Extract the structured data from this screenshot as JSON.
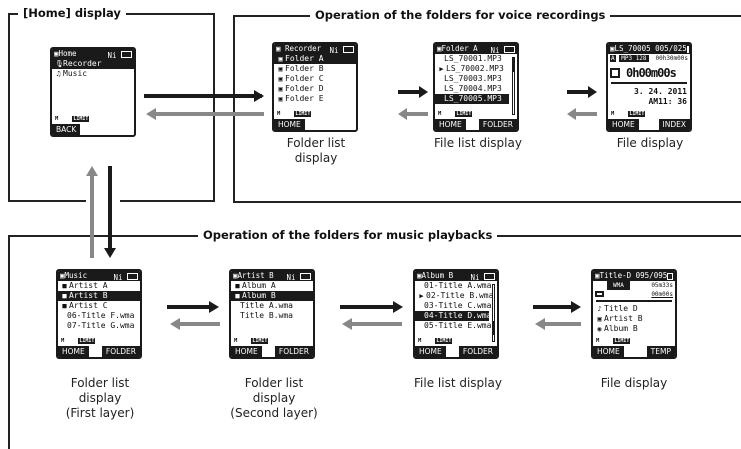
{
  "sections": {
    "home": "[Home] display",
    "voice": "Operation of the folders for voice recordings",
    "music": "Operation of the folders for music playbacks"
  },
  "captions": {
    "folder_list": [
      "Folder list",
      "display"
    ],
    "file_list": "File list display",
    "file_display": "File display",
    "folder_first": [
      "Folder list",
      "display",
      "(First layer)"
    ],
    "folder_second": [
      "Folder list",
      "display",
      "(Second layer)"
    ]
  },
  "screens": {
    "home": {
      "title": "Home",
      "items": [
        "Recorder",
        "Music"
      ],
      "selected": 0,
      "left": "BACK",
      "right": ""
    },
    "recorder": {
      "title": "Recorder",
      "items": [
        "Folder A",
        "Folder B",
        "Folder C",
        "Folder D",
        "Folder E"
      ],
      "selected": 0,
      "left": "HOME",
      "right": ""
    },
    "folder_a": {
      "title": "Folder A",
      "items": [
        "LS_70001.MP3",
        "LS_70002.MP3",
        "LS_70003.MP3",
        "LS_70004.MP3",
        "LS_70005.MP3"
      ],
      "selected": 4,
      "left": "HOME",
      "right": "FOLDER"
    },
    "rec_file": {
      "title": "LS_70005",
      "count": "005/025",
      "badge": "MP3 128",
      "length": "00h30m00s",
      "time_big": "0h00m00s",
      "date": "3. 24. 2011",
      "clock": "AM11: 36",
      "left": "HOME",
      "right": "INDEX"
    },
    "music": {
      "title": "Music",
      "items": [
        "Artist A",
        "Artist B",
        "Artist C",
        "06-Title F.wma",
        "07-Title G.wma"
      ],
      "selected": 1,
      "left": "HOME",
      "right": "FOLDER"
    },
    "artist_b": {
      "title": "Artist B",
      "items": [
        "Album A",
        "Album B",
        "Title A.wma",
        "Title B.wma"
      ],
      "selected": 1,
      "left": "HOME",
      "right": "FOLDER"
    },
    "album_b": {
      "title": "Album B",
      "items": [
        "01-Title A.wma",
        "02-Title B.wma",
        "03-Title C.wma",
        "04-Title D.wma",
        "05-Title E.wma"
      ],
      "selected": 3,
      "left": "HOME",
      "right": "FOLDER"
    },
    "music_file": {
      "title": "Title-D",
      "count": "095/095",
      "badge": "WMA",
      "length": "05m33s",
      "elapsed": "00m00s",
      "track": "Title D",
      "artist": "Artist B",
      "album": "Album B",
      "left": "HOME",
      "right": "TEMP"
    }
  },
  "status": {
    "mic": "M",
    "limit": "LIMIT",
    "nh": "Ni"
  }
}
